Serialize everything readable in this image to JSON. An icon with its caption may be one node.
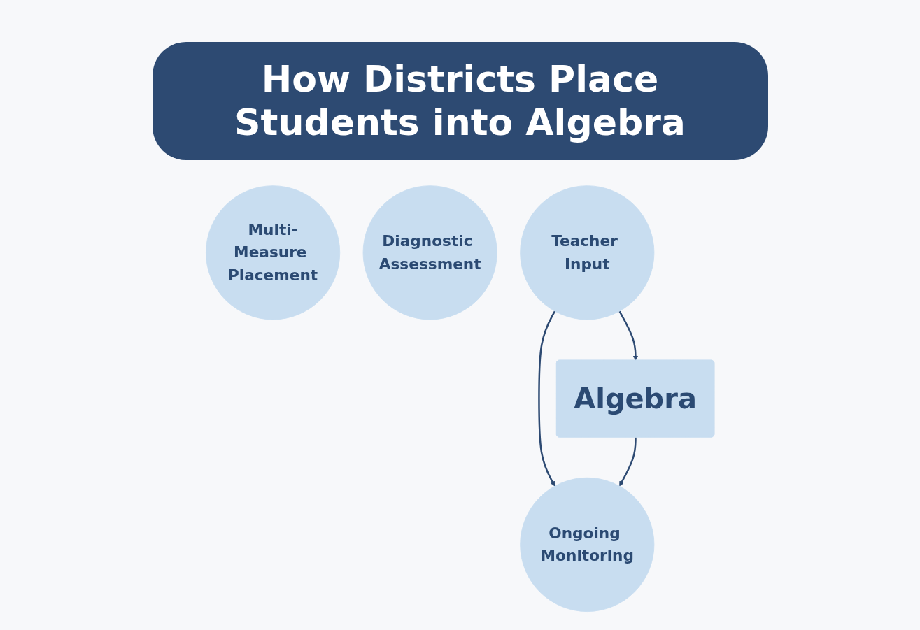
{
  "diagram": {
    "title": "How Districts Place Students into Algebra",
    "nodes": [
      {
        "text": [
          "Multi-Measure Placement"
        ]
      },
      {
        "text": [
          "Diagnostic Assessment"
        ]
      },
      {
        "text": [
          "Teacher Input"
        ]
      },
      {
        "text": [
          "Algebra"
        ]
      },
      {
        "text": [
          "Ongoing Monitoring"
        ]
      }
    ],
    "edges": [
      {
        "from": 2,
        "to": 3,
        "arrow": "to"
      },
      {
        "from": 2,
        "to": 4,
        "arrow": "to"
      },
      {
        "from": 3,
        "to": 4,
        "arrow": "to"
      }
    ]
  }
}
